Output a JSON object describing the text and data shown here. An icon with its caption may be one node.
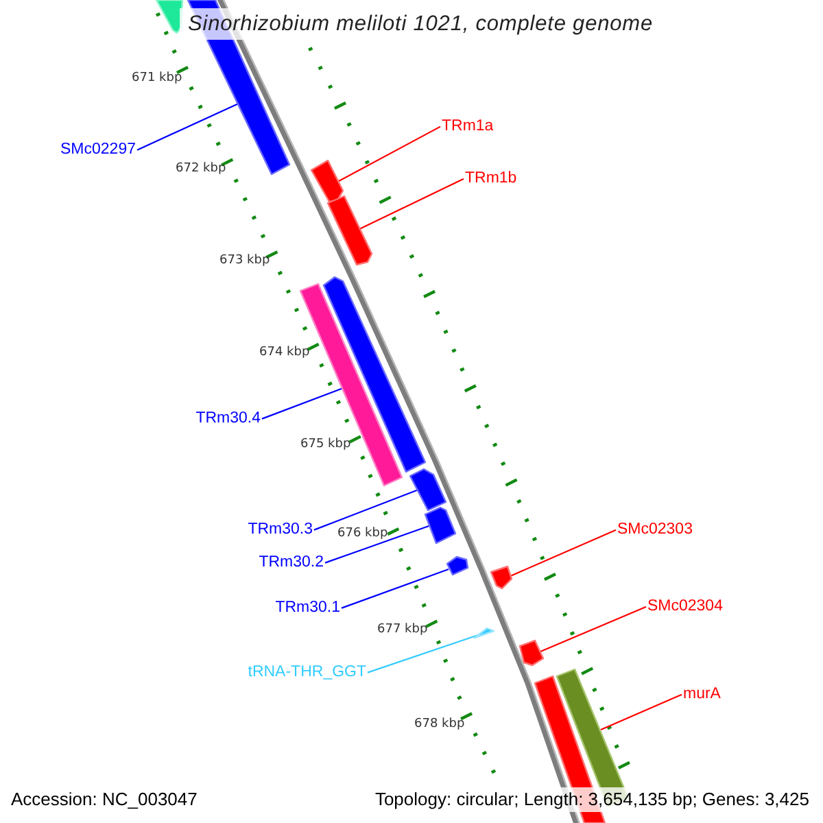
{
  "diagram": {
    "title": "Sinorhizobium meliloti 1021, complete genome",
    "nodes": [
      {
        "text": [
          "SMc02297"
        ]
      },
      {
        "text": [
          "TRm1a"
        ]
      },
      {
        "text": [
          "TRm1b"
        ]
      },
      {
        "text": [
          "TRm30.4"
        ]
      },
      {
        "text": [
          "TRm30.3"
        ]
      },
      {
        "text": [
          "TRm30.2"
        ]
      },
      {
        "text": [
          "TRm30.1"
        ]
      },
      {
        "text": [
          "tRNA-THR_GGT"
        ]
      },
      {
        "text": [
          "SMc02303"
        ]
      },
      {
        "text": [
          "SMc02304"
        ]
      },
      {
        "text": [
          "murA"
        ]
      },
      {
        "text": [],
        "shape": "pentagon"
      },
      {
        "text": [],
        "shape": "bar"
      },
      {
        "text": [],
        "shape": "pentagon"
      },
      {
        "text": [],
        "shape": "pentagon"
      },
      {
        "text": [],
        "shape": "bar"
      },
      {
        "text": [],
        "shape": "pentagon"
      },
      {
        "text": [],
        "shape": "pentagon"
      },
      {
        "text": [],
        "shape": "pentagon"
      },
      {
        "text": [],
        "shape": "pentagon"
      },
      {
        "text": [],
        "shape": "triangle"
      },
      {
        "text": [],
        "shape": "pentagon"
      },
      {
        "text": [],
        "shape": "pentagon"
      },
      {
        "text": [],
        "shape": "bar"
      },
      {
        "text": [],
        "shape": "bar"
      }
    ],
    "edges": [
      {
        "from": 0,
        "to": 12,
        "arrow": "none",
        "color": "#0000ff"
      },
      {
        "from": 1,
        "to": 13,
        "arrow": "none",
        "color": "#ff0000"
      },
      {
        "from": 2,
        "to": 14,
        "arrow": "none",
        "color": "#ff0000"
      },
      {
        "from": 3,
        "to": 15,
        "arrow": "none",
        "color": "#0000ff"
      },
      {
        "from": 4,
        "to": 17,
        "arrow": "none",
        "color": "#0000ff"
      },
      {
        "from": 5,
        "to": 18,
        "arrow": "none",
        "color": "#0000ff"
      },
      {
        "from": 6,
        "to": 19,
        "arrow": "none",
        "color": "#0000ff"
      },
      {
        "from": 7,
        "to": 20,
        "arrow": "none",
        "color": "#33ccff"
      },
      {
        "from": 8,
        "to": 21,
        "arrow": "none",
        "color": "#ff0000"
      },
      {
        "from": 9,
        "to": 22,
        "arrow": "none",
        "color": "#ff0000"
      },
      {
        "from": 10,
        "to": 24,
        "arrow": "none",
        "color": "#ff0000"
      }
    ],
    "labels": [
      "671 kbp",
      "672 kbp",
      "673 kbp",
      "674 kbp",
      "675 kbp",
      "676 kbp",
      "677 kbp",
      "678 kbp",
      "Accession: NC_003047",
      "Topology: circular; Length: 3,654,135 bp; Genes: 3,425"
    ]
  }
}
